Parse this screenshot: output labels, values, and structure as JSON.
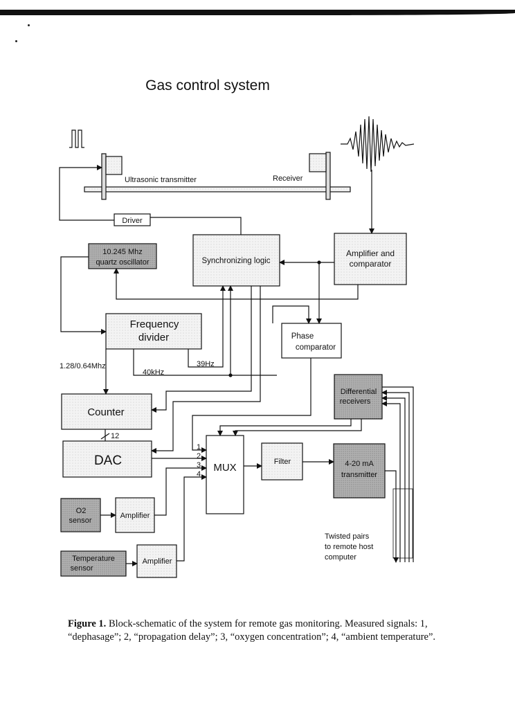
{
  "title": "Gas control system",
  "blocks": {
    "ultrasonic_transmitter": "Ultrasonic transmitter",
    "receiver": "Receiver",
    "driver": "Driver",
    "oscillator": [
      "10.245 Mhz",
      "quartz oscillator"
    ],
    "sync_logic": "Synchronizing logic",
    "amplifier_comparator": [
      "Amplifier and",
      "comparator"
    ],
    "frequency_divider": [
      "Frequency",
      "divider"
    ],
    "phase_comparator": [
      "Phase",
      "comparator"
    ],
    "differential_receivers": [
      "Differential",
      "receivers"
    ],
    "counter": "Counter",
    "dac": "DAC",
    "mux": "MUX",
    "filter": "Filter",
    "transmitter_4_20": [
      "4-20 mA",
      "transmitter"
    ],
    "o2_sensor": [
      "O2",
      "sensor"
    ],
    "amplifier_1": "Amplifier",
    "temperature_sensor": [
      "Temperature",
      "sensor"
    ],
    "amplifier_2": "Amplifier"
  },
  "labels": {
    "freq_out": "1.28/0.64Mhz",
    "f40k": "40kHz",
    "f39": "39Hz",
    "bits": "12",
    "mux_inputs": [
      "1",
      "2",
      "3",
      "4"
    ],
    "twisted_pairs": [
      "Twisted pairs",
      "to remote host",
      "computer"
    ]
  },
  "caption": {
    "figure": "Figure 1.",
    "text": "Block-schematic of the system for remote gas monitoring.  Measured signals: 1, “dephasage”; 2, “propagation delay”; 3, “oxygen concentration”; 4, “ambient temperature”."
  },
  "colors": {
    "shaded_block": "#b5b5b5",
    "light_block": "#f4f4f4",
    "ink": "#111111"
  }
}
